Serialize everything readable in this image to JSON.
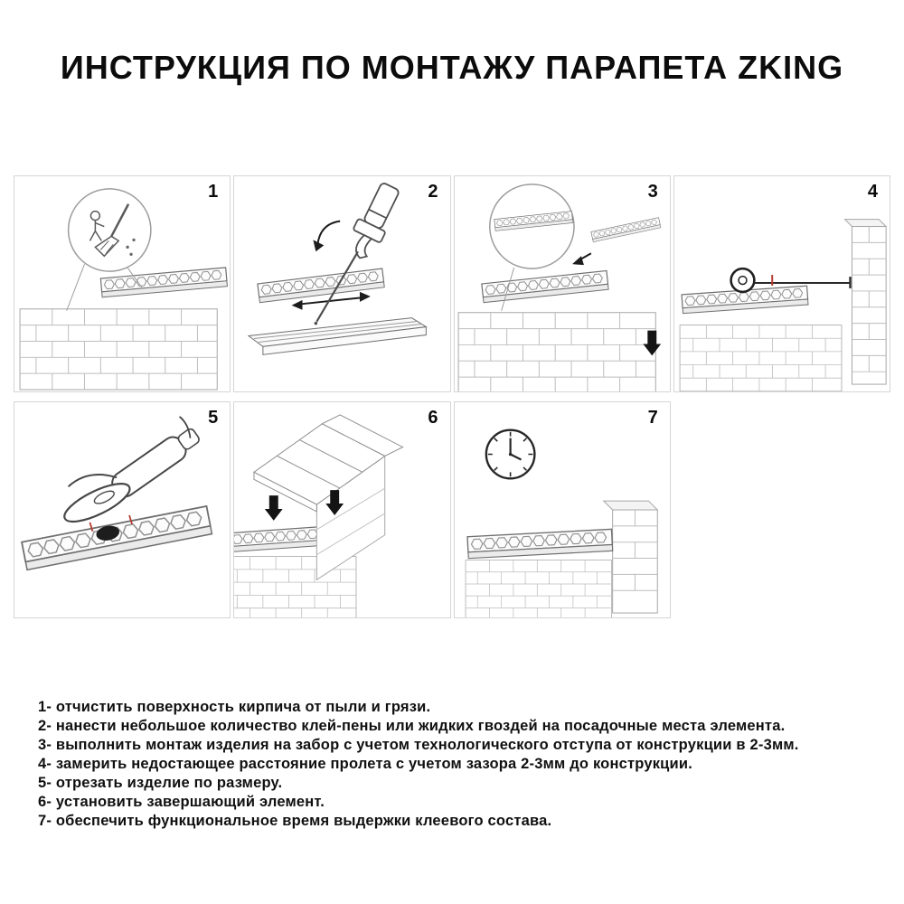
{
  "title": "ИНСТРУКЦИЯ ПО МОНТАЖУ ПАРАПЕТА ZKING",
  "steps": [
    {
      "number": "1",
      "icon": "broom-icon",
      "instruction": "1- отчистить поверхность кирпича от пыли и грязи."
    },
    {
      "number": "2",
      "icon": "foam-gun-icon",
      "instruction": "2- нанести небольшое количество клей-пены или жидких гвоздей на посадочные места элемента."
    },
    {
      "number": "3",
      "icon": "element-placement-icon",
      "instruction": "3- выполнить монтаж изделия на забор с учетом технологического отступа от конструкции в 2-3мм."
    },
    {
      "number": "4",
      "icon": "tape-measure-icon",
      "instruction": "4- замерить недостающее расстояние пролета с учетом зазора 2-3мм до конструкции."
    },
    {
      "number": "5",
      "icon": "angle-grinder-icon",
      "instruction": "5- отрезать изделие по размеру."
    },
    {
      "number": "6",
      "icon": "final-element-icon",
      "instruction": "6- установить завершающий элемент."
    },
    {
      "number": "7",
      "icon": "clock-icon",
      "instruction": "7- обеспечить функциональное время выдержки клеевого состава."
    }
  ],
  "colors": {
    "accent_red": "#b43a2e",
    "line_gray": "#a6a6a6",
    "ink": "#111111"
  }
}
